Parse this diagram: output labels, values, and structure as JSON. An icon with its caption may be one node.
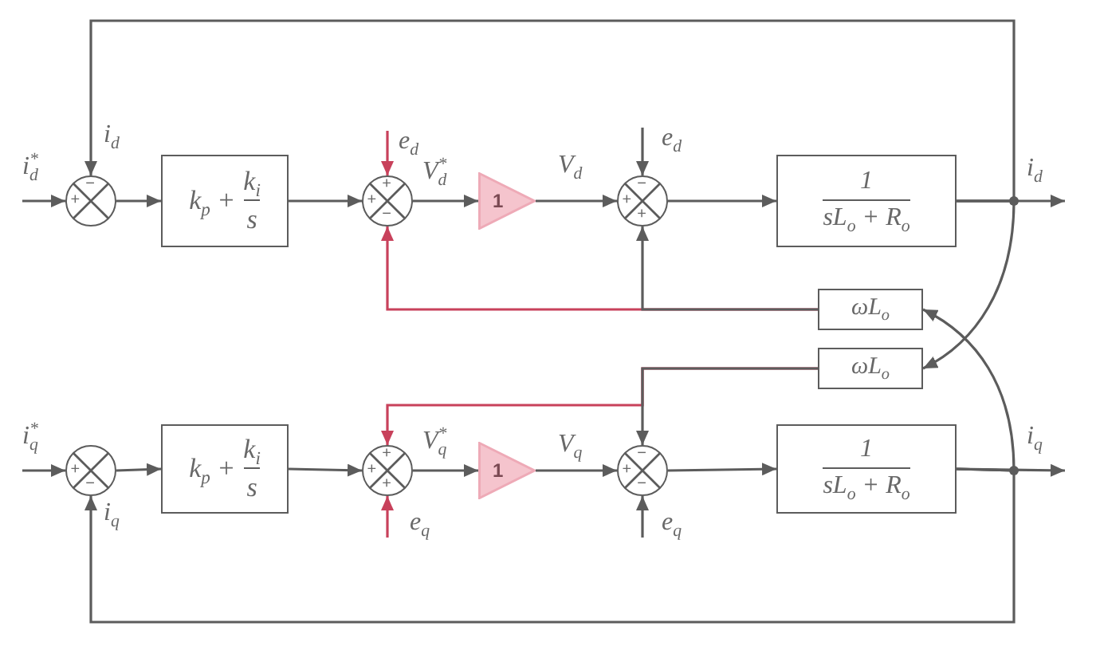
{
  "diagram": {
    "nodes": [
      {
        "text": [
          "−",
          "+"
        ]
      },
      {
        "text": [
          "k$_{p}$ +",
          "k$_{i}$",
          "s"
        ]
      },
      {
        "text": [
          "+",
          "+",
          "−"
        ]
      },
      {
        "text": [
          "1"
        ]
      },
      {
        "text": [
          "−",
          "+",
          "+"
        ]
      },
      {
        "text": [
          "1",
          "sL$_{o}$ + R$_{o}$"
        ]
      },
      {
        "text": [
          "ωL$_{o}$"
        ]
      },
      {
        "text": [
          "ωL$_{o}$"
        ]
      },
      {
        "text": [
          "+",
          "−"
        ]
      },
      {
        "text": [
          "k$_{p}$ +",
          "k$_{i}$",
          "s"
        ]
      },
      {
        "text": [
          "+",
          "+",
          "+"
        ]
      },
      {
        "text": [
          "1"
        ]
      },
      {
        "text": [
          "−",
          "+",
          "−"
        ]
      },
      {
        "text": [
          "1",
          "sL$_{o}$ + R$_{o}$"
        ]
      }
    ],
    "edges": [
      {
        "from": null,
        "to": 0,
        "arrow": "to",
        "label": "i$_{d}$$^{*}$"
      },
      {
        "from": 0,
        "to": 1,
        "arrow": "to"
      },
      {
        "from": 5,
        "to": 0,
        "arrow": "to",
        "label": "i$_{d}$"
      },
      {
        "from": 1,
        "to": 2,
        "arrow": "to"
      },
      {
        "from": null,
        "to": 2,
        "arrow": "to",
        "label": "e$_{d}$",
        "color": "#c8415b"
      },
      {
        "from": 2,
        "to": 3,
        "arrow": "to",
        "label": "V$_{d}$$^{*}$"
      },
      {
        "from": 3,
        "to": 4,
        "arrow": "to",
        "label": "V$_{d}$"
      },
      {
        "from": null,
        "to": 4,
        "arrow": "to",
        "label": "e$_{d}$"
      },
      {
        "from": 4,
        "to": 5,
        "arrow": "to"
      },
      {
        "from": 5,
        "to": null,
        "arrow": "to",
        "label": "i$_{d}$"
      },
      {
        "from": 5,
        "to": 7,
        "arrow": "to"
      },
      {
        "from": 6,
        "to": 4,
        "arrow": "to"
      },
      {
        "from": 6,
        "to": 2,
        "arrow": "to",
        "color": "#c8415b"
      },
      {
        "from": null,
        "to": 8,
        "arrow": "to",
        "label": "i$_{q}$$^{*}$"
      },
      {
        "from": 8,
        "to": 9,
        "arrow": "to"
      },
      {
        "from": 13,
        "to": 8,
        "arrow": "to",
        "label": "i$_{q}$"
      },
      {
        "from": 9,
        "to": 10,
        "arrow": "to"
      },
      {
        "from": null,
        "to": 10,
        "arrow": "to",
        "label": "e$_{q}$",
        "color": "#c8415b"
      },
      {
        "from": 10,
        "to": 11,
        "arrow": "to",
        "label": "V$_{q}$$^{*}$"
      },
      {
        "from": 11,
        "to": 12,
        "arrow": "to",
        "label": "V$_{q}$"
      },
      {
        "from": null,
        "to": 12,
        "arrow": "to",
        "label": "e$_{q}$"
      },
      {
        "from": 12,
        "to": 13,
        "arrow": "to"
      },
      {
        "from": 13,
        "to": null,
        "arrow": "to",
        "label": "i$_{q}$"
      },
      {
        "from": 13,
        "to": 6,
        "arrow": "to"
      },
      {
        "from": 7,
        "to": 12,
        "arrow": "to"
      },
      {
        "from": 7,
        "to": 10,
        "arrow": "to",
        "color": "#c8415b"
      }
    ]
  }
}
